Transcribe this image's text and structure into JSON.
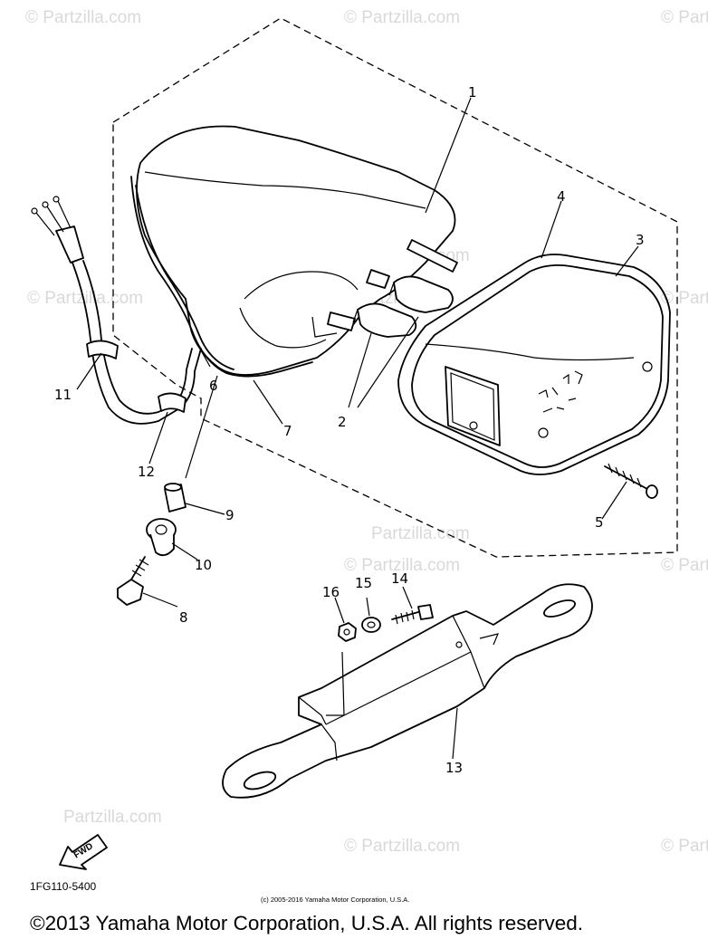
{
  "diagram": {
    "callouts": [
      "1",
      "2",
      "3",
      "4",
      "5",
      "6",
      "7",
      "8",
      "9",
      "10",
      "11",
      "12",
      "13",
      "14",
      "15",
      "16"
    ],
    "fwd_label": "FWD",
    "diagram_code": "1FG110-5400",
    "small_copyright": "(c) 2005-2016 Yamaha Motor Corporation, U.S.A.",
    "footer_copyright": "©2013 Yamaha Motor Corporation, U.S.A. All rights reserved."
  },
  "watermarks": {
    "text": "© Partzilla.com",
    "brand": "Partzilla.com"
  },
  "colors": {
    "line": "#000000",
    "watermark": "#d9d9d9",
    "background": "#ffffff"
  }
}
